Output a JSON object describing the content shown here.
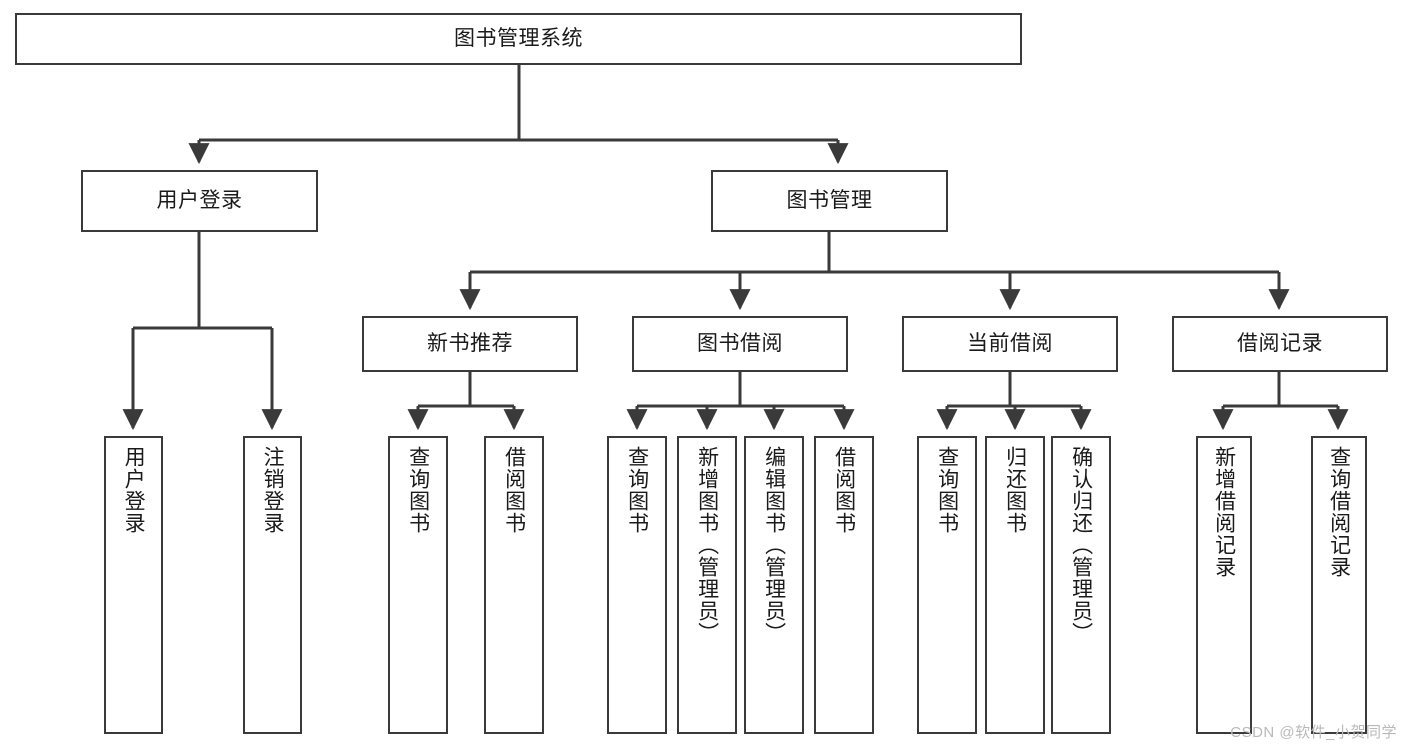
{
  "diagram": {
    "title": "图书管理系统",
    "type": "tree-hierarchy",
    "stroke_color": "#3a3a3a",
    "fill_color": "#ffffff",
    "text_color": "#1a1a1a",
    "root": {
      "label": "图书管理系统"
    },
    "level2": [
      {
        "label": "用户登录"
      },
      {
        "label": "图书管理"
      }
    ],
    "level3": [
      {
        "label": "新书推荐"
      },
      {
        "label": "图书借阅"
      },
      {
        "label": "当前借阅"
      },
      {
        "label": "借阅记录"
      }
    ],
    "leaves": {
      "user_login": [
        {
          "label": "用户登录"
        },
        {
          "label": "注销登录"
        }
      ],
      "new_book_recommend": [
        {
          "label": "查询图书"
        },
        {
          "label": "借阅图书"
        }
      ],
      "book_borrow": [
        {
          "label": "查询图书"
        },
        {
          "label": "新增图书（管理员）"
        },
        {
          "label": "编辑图书（管理员）"
        },
        {
          "label": "借阅图书"
        }
      ],
      "current_borrow": [
        {
          "label": "查询图书"
        },
        {
          "label": "归还图书"
        },
        {
          "label": "确认归还（管理员）"
        }
      ],
      "borrow_record": [
        {
          "label": "新增借阅记录"
        },
        {
          "label": "查询借阅记录"
        }
      ]
    }
  },
  "watermark": {
    "text": "CSDN @软件_小贺同学"
  }
}
